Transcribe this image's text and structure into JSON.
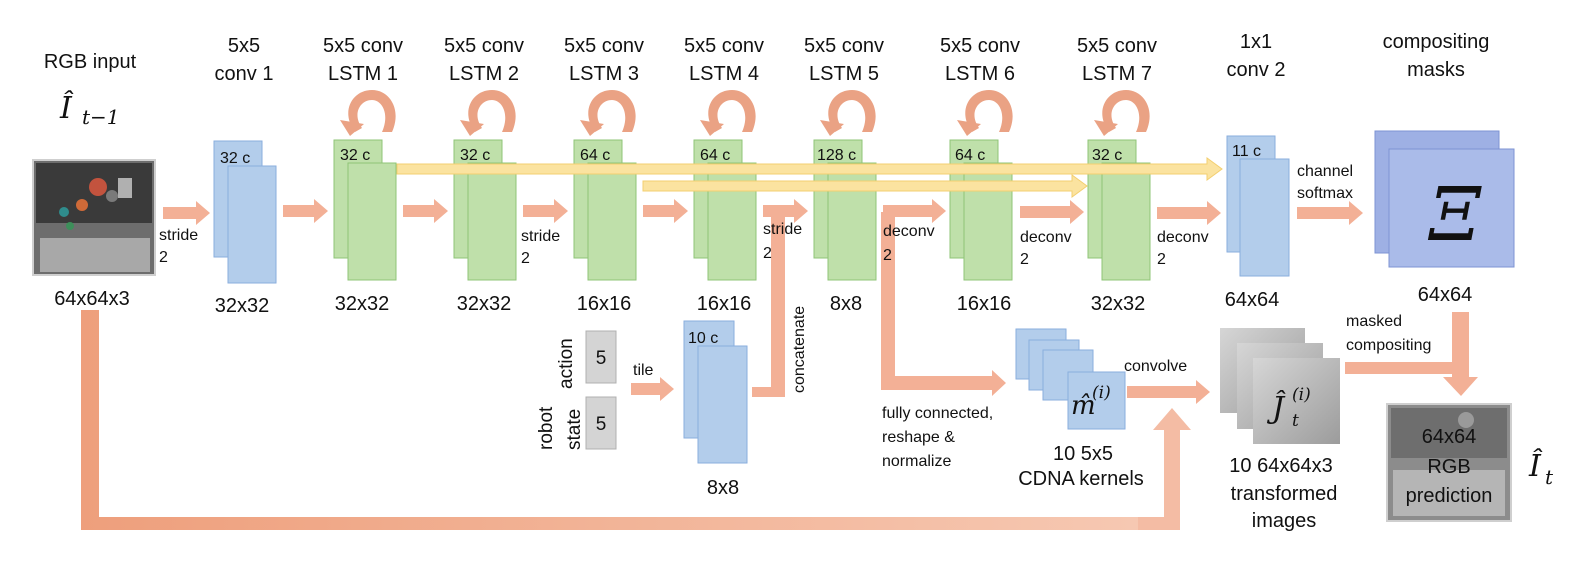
{
  "input": {
    "title": "RGB input",
    "symbol": "Î",
    "symbol_sub": "t−1",
    "size": "64x64x3"
  },
  "layers": [
    {
      "id": "conv1",
      "name1": "5x5",
      "name2": "conv 1",
      "channels": "32 c",
      "size": "32x32"
    },
    {
      "id": "lstm1",
      "name1": "5x5 conv",
      "name2": "LSTM 1",
      "channels": "32 c",
      "size": "32x32"
    },
    {
      "id": "lstm2",
      "name1": "5x5 conv",
      "name2": "LSTM 2",
      "channels": "32 c",
      "size": "32x32"
    },
    {
      "id": "lstm3",
      "name1": "5x5 conv",
      "name2": "LSTM 3",
      "channels": "64 c",
      "size": "16x16"
    },
    {
      "id": "lstm4",
      "name1": "5x5 conv",
      "name2": "LSTM 4",
      "channels": "64 c",
      "size": "16x16"
    },
    {
      "id": "lstm5",
      "name1": "5x5 conv",
      "name2": "LSTM 5",
      "channels": "128 c",
      "size": "8x8"
    },
    {
      "id": "lstm6",
      "name1": "5x5 conv",
      "name2": "LSTM 6",
      "channels": "64 c",
      "size": "16x16"
    },
    {
      "id": "lstm7",
      "name1": "5x5 conv",
      "name2": "LSTM 7",
      "channels": "32 c",
      "size": "32x32"
    },
    {
      "id": "conv2",
      "name1": "1x1",
      "name2": "conv 2",
      "channels": "11 c",
      "size": "64x64"
    }
  ],
  "edges": {
    "stride": "stride",
    "stride_num": "2",
    "deconv": "deconv",
    "deconv_num": "2",
    "channel_softmax_1": "channel",
    "channel_softmax_2": "softmax",
    "concatenate": "concatenate",
    "tile": "tile",
    "fc_1": "fully connected,",
    "fc_2": "reshape &",
    "fc_3": "normalize",
    "convolve": "convolve",
    "masked_1": "masked",
    "masked_2": "compositing"
  },
  "masks": {
    "title1": "compositing",
    "title2": "masks",
    "symbol": "Ξ",
    "size": "64x64"
  },
  "robot": {
    "label_robot": "robot",
    "label_action": "action",
    "label_state": "state",
    "action_dim": "5",
    "state_dim": "5"
  },
  "tiled": {
    "channels": "10 c",
    "size": "8x8"
  },
  "cdna": {
    "symbol": "m̂",
    "symbol_sup": "(i)",
    "line1": "10  5x5",
    "line2": "CDNA kernels"
  },
  "transformed": {
    "symbol": "Ĵ",
    "symbol_sup": "(i)",
    "symbol_sub": "t",
    "line1": "10  64x64x3",
    "line2": "transformed",
    "line3": "images"
  },
  "prediction": {
    "line1": "64x64",
    "line2": "RGB",
    "line3": "prediction",
    "symbol": "Î",
    "symbol_sub": "t"
  },
  "colors": {
    "blue_fill": "#b3cdeb",
    "blue_stroke": "#8aaede",
    "green_fill": "#bfe0aa",
    "green_stroke": "#8fc477",
    "salmon": "#f3b096",
    "yellow": "#fbe3a0",
    "mask_fill": "#9eb0e4",
    "gray": "#bdbdbd"
  }
}
